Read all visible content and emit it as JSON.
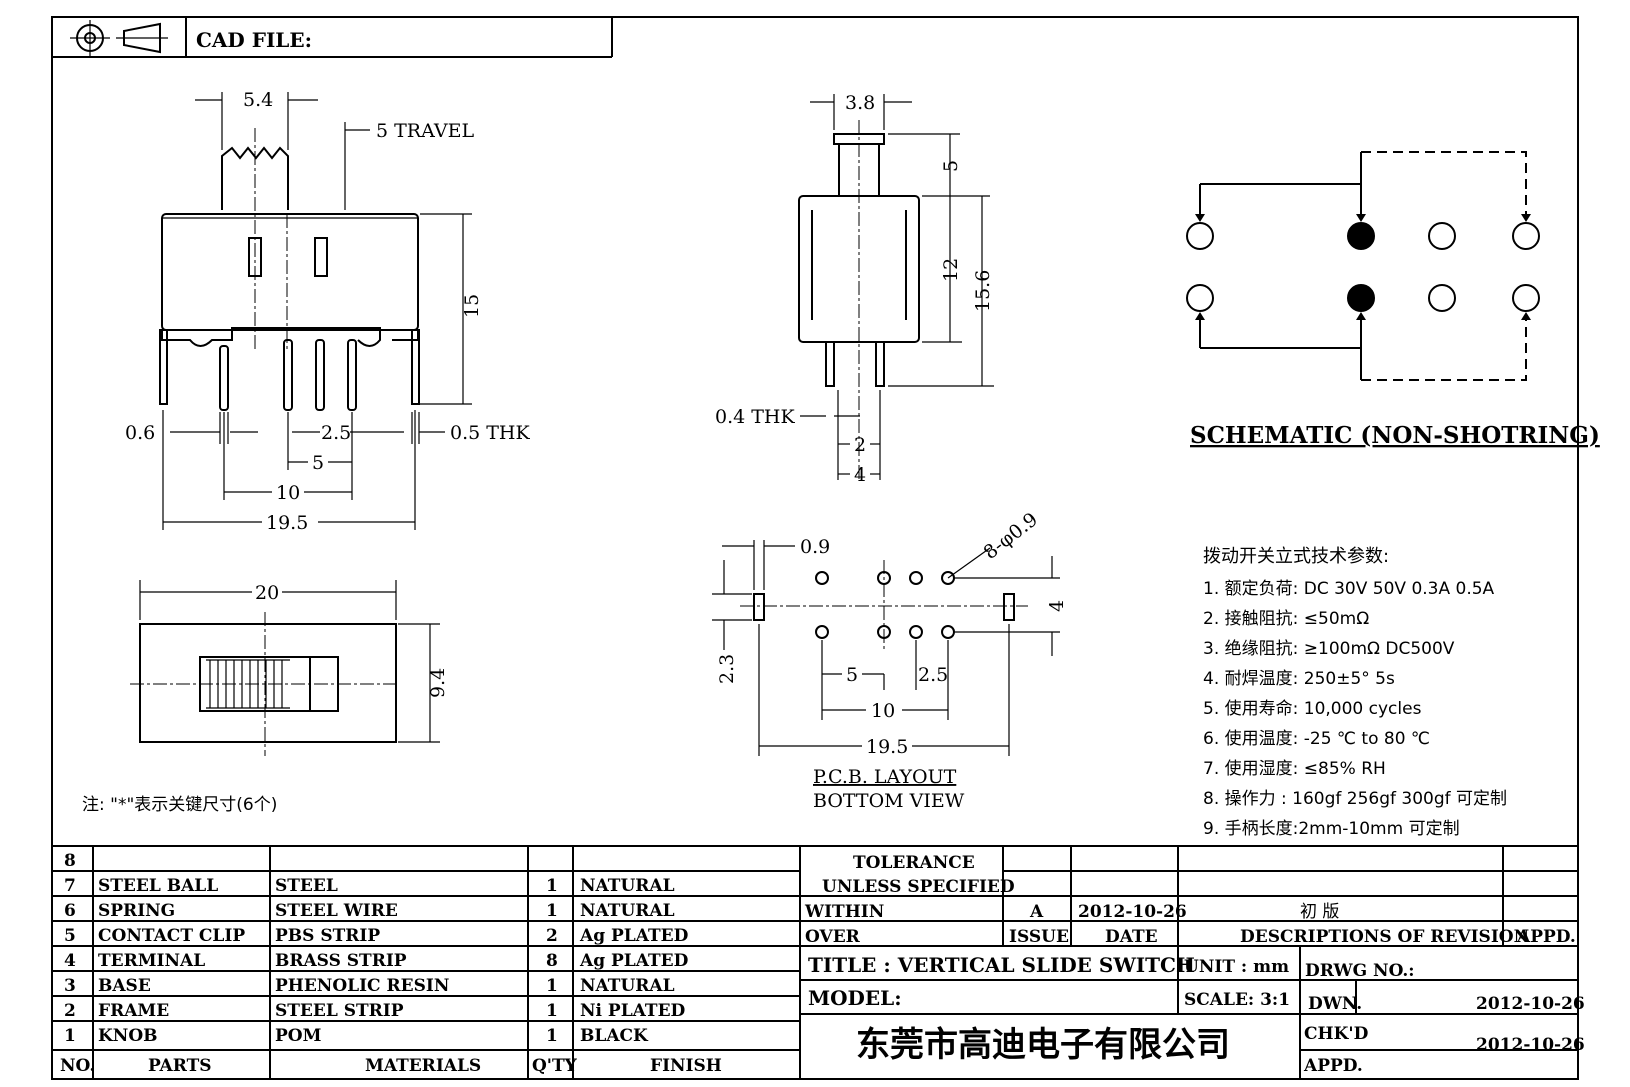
{
  "header": {
    "cad_file_label": "CAD FILE:"
  },
  "front_view": {
    "width_knob": "5.4",
    "travel": "5 TRAVEL",
    "height": "15",
    "pin_width": "0.6",
    "pitch_small": "2.5",
    "thickness": "0.5 THK",
    "pitch_5": "5",
    "pitch_10": "10",
    "overall": "19.5"
  },
  "side_view": {
    "knob_width": "3.8",
    "knob_height": "5",
    "body_height": "12",
    "overall_height": "15.6",
    "thickness": "0.4 THK",
    "pin_gap": "2",
    "pin_span": "4"
  },
  "top_view": {
    "length": "20",
    "width": "9.4"
  },
  "pcb": {
    "slot_width": "0.9",
    "holes": "8-φ0.9",
    "row_pitch": "4",
    "slot_height": "2.3",
    "pitch_5": "5",
    "pitch_25": "2.5",
    "pitch_10": "10",
    "overall": "19.5",
    "title": "P.C.B. LAYOUT",
    "subtitle": "BOTTOM VIEW"
  },
  "schematic": {
    "title": "SCHEMATIC (NON-SHOTRING)"
  },
  "specs": {
    "heading": "拨动开关立式技术参数:",
    "items": [
      "1.  额定负荷: DC 30V    50V    0.3A    0.5A",
      "2.  接触阻抗: ≤50mΩ",
      "3.  绝缘阻抗: ≥100mΩ   DC500V",
      "4.  耐焊温度: 250±5°   5s",
      "5.  使用寿命: 10,000 cycles",
      "6.  使用温度: -25  ℃   to 80  ℃",
      "7.  使用湿度: ≤85% RH",
      "8.  操作力 : 160gf    256gf    300gf   可定制",
      "9.  手柄长度:2mm-10mm    可定制"
    ]
  },
  "note": "注: \"*\"表示关键尺寸(6个)",
  "bom": {
    "rows": [
      {
        "no": "8",
        "part": "",
        "material": "",
        "qty": "",
        "finish": ""
      },
      {
        "no": "7",
        "part": "STEEL BALL",
        "material": "STEEL",
        "qty": "1",
        "finish": "NATURAL"
      },
      {
        "no": "6",
        "part": "SPRING",
        "material": "STEEL WIRE",
        "qty": "1",
        "finish": "NATURAL"
      },
      {
        "no": "5",
        "part": "CONTACT CLIP",
        "material": "PBS STRIP",
        "qty": "2",
        "finish": "Ag PLATED"
      },
      {
        "no": "4",
        "part": "TERMINAL",
        "material": "BRASS STRIP",
        "qty": "8",
        "finish": "Ag PLATED"
      },
      {
        "no": "3",
        "part": "BASE",
        "material": "PHENOLIC RESIN",
        "qty": "1",
        "finish": "NATURAL"
      },
      {
        "no": "2",
        "part": "FRAME",
        "material": "STEEL STRIP",
        "qty": "1",
        "finish": "Ni PLATED"
      },
      {
        "no": "1",
        "part": "KNOB",
        "material": "POM",
        "qty": "1",
        "finish": "BLACK"
      }
    ],
    "headers": {
      "no": "NO.",
      "part": "PARTS",
      "material": "MATERIALS",
      "qty": "Q'TY",
      "finish": "FINISH"
    }
  },
  "title_block": {
    "tolerance": "TOLERANCE",
    "unless": "UNLESS   SPECIFIED",
    "within": "WITHIN",
    "over": "OVER",
    "rev_letter": "A",
    "rev_date": "2012-10-26",
    "rev_desc": "初   版",
    "issue": "ISSUE",
    "date": "DATE",
    "desc_of_rev": "DESCRIPTIONS  OF  REVISION",
    "appd": "APPD.",
    "title": "TITLE :   VERTICAL  SLIDE  SWITCH",
    "unit": "UNIT :   mm",
    "drwg_no": "DRWG NO.:",
    "model": "MODEL:",
    "scale": "SCALE:   3:1",
    "dwn": "DWN.",
    "dwn_date": "2012-10-26",
    "company": "东莞市高迪电子有限公司",
    "chkd": "CHK'D",
    "chkd_date": "2012-10-26",
    "appd2": "APPD."
  }
}
